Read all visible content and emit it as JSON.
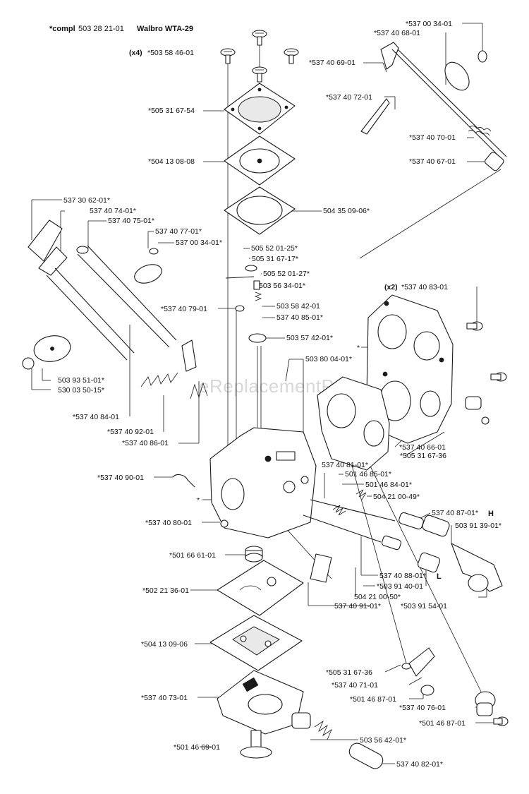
{
  "title": {
    "prefix": "*compl",
    "part_number": "503 28 21-01",
    "model": "Walbro WTA-29"
  },
  "watermark": "eReplacementParts.com",
  "callouts": {
    "c_503_58_46": "*503 58 46-01",
    "c_503_58_46_qty": "(x4)",
    "c_537_00_34_top": "*537 00 34-01",
    "c_537_40_68": "*537 40 68-01",
    "c_537_40_69": "*537 40 69-01",
    "c_537_40_72": "*537 40 72-01",
    "c_537_40_70": "*537 40 70-01",
    "c_537_40_67": "*537 40 67-01",
    "c_505_31_67_54": "*505 31 67-54",
    "c_504_13_08_08": "*504 13 08-08",
    "c_504_35_09_06": "504 35 09-06*",
    "c_537_30_62": "537 30 62-01*",
    "c_537_40_74": "537 40 74-01*",
    "c_537_40_75": "537 40 75-01*",
    "c_537_40_77": "537 40 77-01*",
    "c_537_00_34_mid": "537 00 34-01*",
    "c_505_52_01_25": "505 52 01-25*",
    "c_505_31_67_17": "505 31 67-17*",
    "c_505_52_01_27": "505 52 01-27*",
    "c_503_56_34": "503 56 34-01*",
    "c_537_40_79": "*537 40 79-01",
    "c_503_58_42": "503 58 42-01",
    "c_537_40_85": "537 40 85-01*",
    "c_537_40_83": "*537 40 83-01",
    "c_537_40_83_qty": "(x2)",
    "c_503_57_42": "503 57 42-01*",
    "c_star_housing": "*",
    "c_503_80_04": "503 80 04-01*",
    "c_503_93_51": "503 93 51-01*",
    "c_530_03_50": "530 03 50-15*",
    "c_537_40_84": "*537 40 84-01",
    "c_537_40_92": "*537 40 92-01",
    "c_537_40_86": "*537 40 86-01",
    "c_537_40_66": "*537 40 66-01",
    "c_505_31_67_36_top": "*505 31 67-36",
    "c_537_40_81": "537 40 81-01*",
    "c_501_46_85": "501 46 85-01*",
    "c_537_40_90": "*537 40 90-01",
    "c_star_carb": "*",
    "c_501_46_84": "501 46 84-01*",
    "c_504_21_00_49": "504 21 00-49*",
    "c_537_40_87": "537 40 87-01*",
    "c_537_40_87_mark": "H",
    "c_537_40_80": "*537 40 80-01",
    "c_503_91_39": "503 91 39-01*",
    "c_501_66_61": "*501 66 61-01",
    "c_537_40_88": "537 40 88-01*",
    "c_537_40_88_mark": "L",
    "c_503_91_40": "*503 91 40-01",
    "c_502_21_36": "*502 21 36-01",
    "c_504_21_00_50": "504 21 00-50*",
    "c_537_40_91": "537 40 91-01*",
    "c_503_91_54": "*503 91 54-01",
    "c_504_13_09_06": "*504 13 09-06",
    "c_505_31_67_36_bot": "*505 31 67-36",
    "c_537_40_71": "*537 40 71-01",
    "c_501_46_87_a": "*501 46 87-01",
    "c_537_40_73": "*537 40 73-01",
    "c_537_40_76": "*537 40 76-01",
    "c_501_46_87_b": "*501 46 87-01",
    "c_503_56_42": "503 56 42-01*",
    "c_501_46_69": "*501 46 69-01",
    "c_537_40_82": "537 40 82-01*"
  }
}
